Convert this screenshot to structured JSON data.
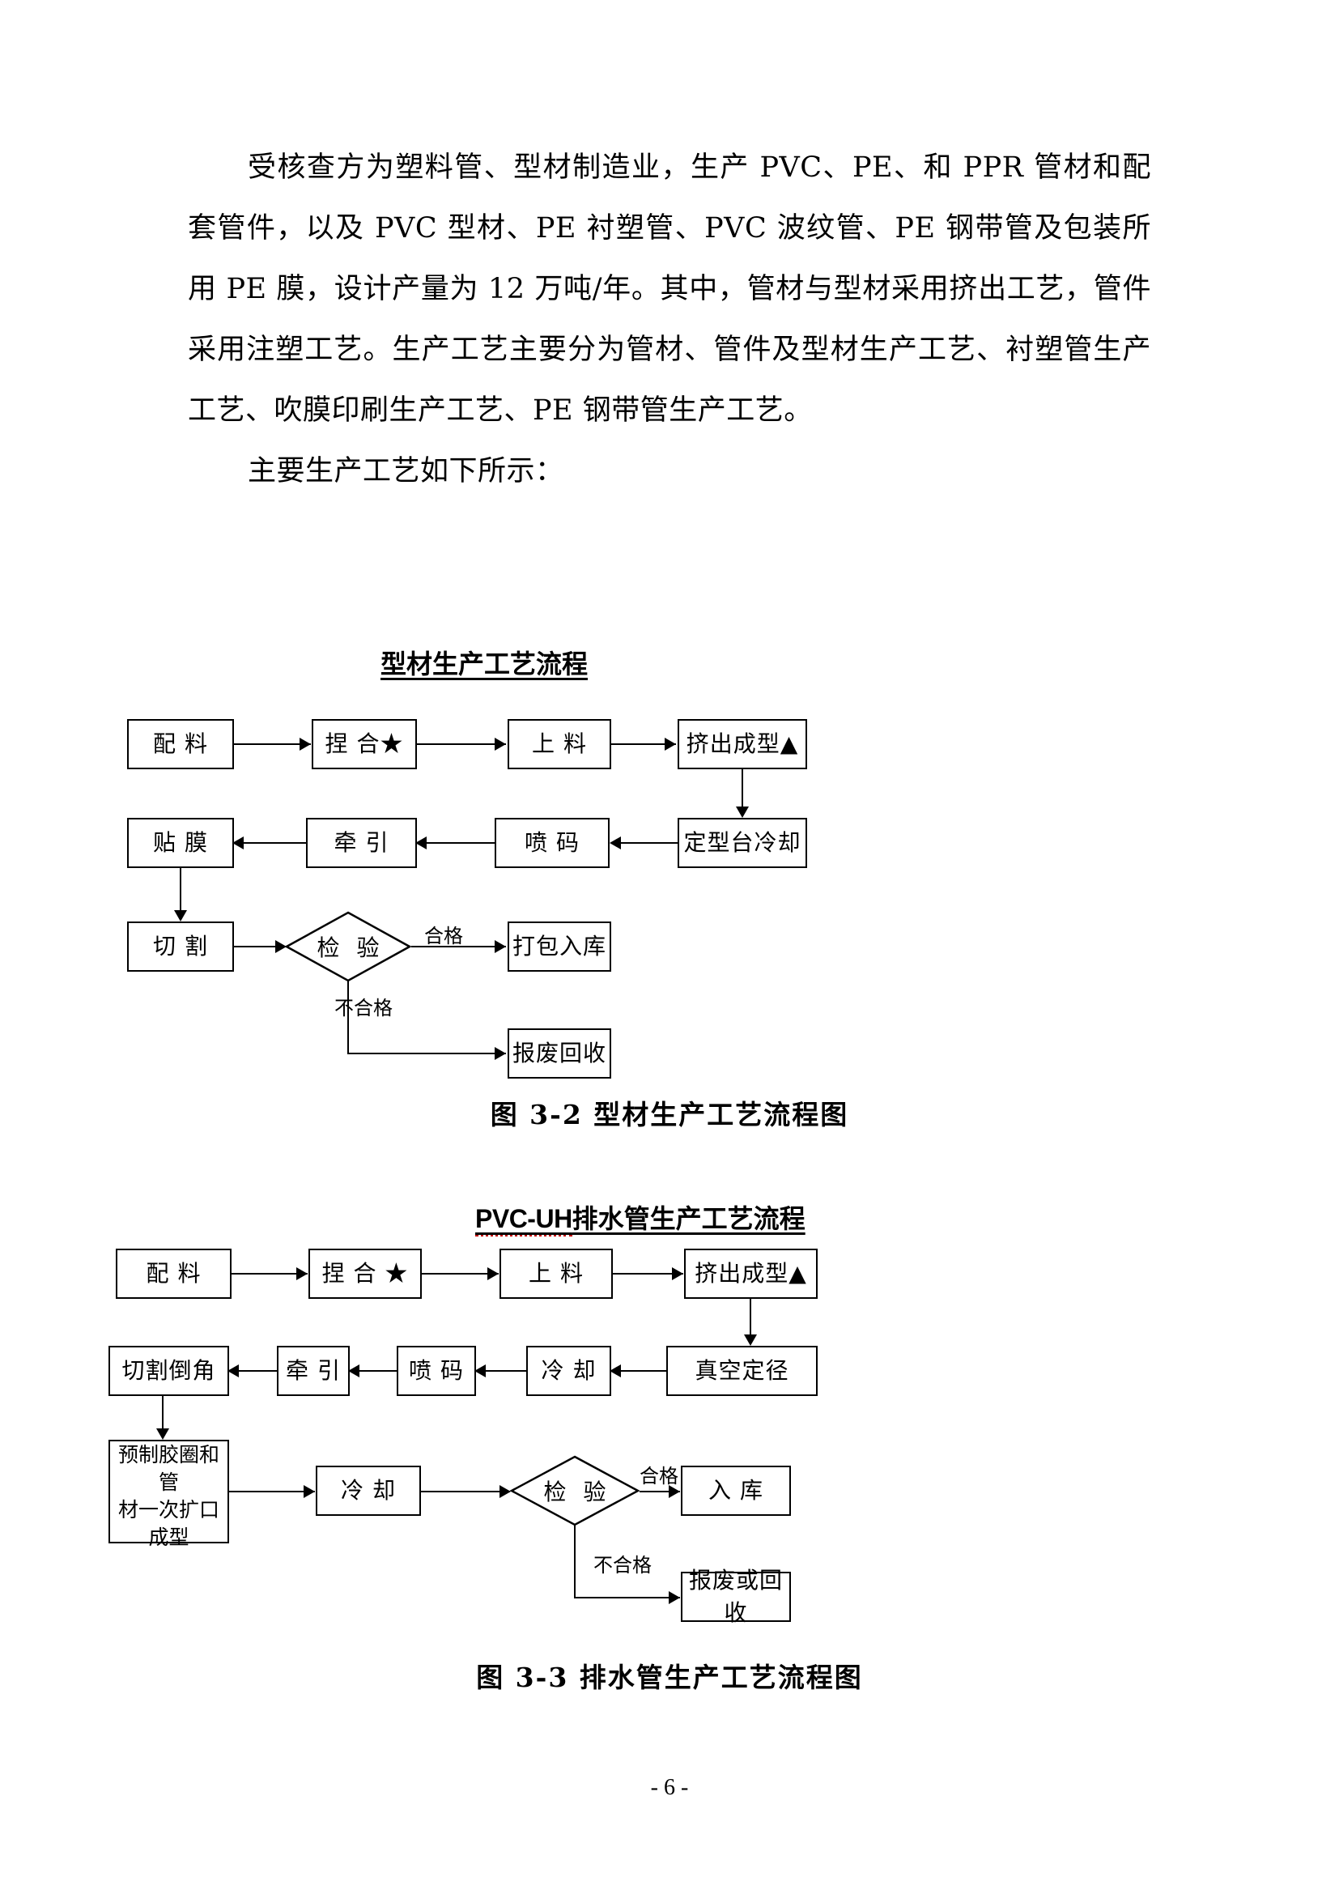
{
  "document": {
    "page_number": "- 6 -"
  },
  "body": {
    "paragraph_1": "受核查方为塑料管、型材制造业，生产 PVC、PE、和 PPR 管材和配套管件，以及 PVC 型材、PE 衬塑管、PVC 波纹管、PE 钢带管及包装所用 PE 膜，设计产量为 12 万吨/年。其中，管材与型材采用挤出工艺，管件采用注塑工艺。生产工艺主要分为管材、管件及型材生产工艺、衬塑管生产工艺、吹膜印刷生产工艺、PE 钢带管生产工艺。",
    "paragraph_2": "主要生产工艺如下所示："
  },
  "figure_1": {
    "title": "型材生产工艺流程",
    "caption": "图 3-2  型材生产工艺流程图",
    "nodes": {
      "n1": "配 料",
      "n2": "捏 合★",
      "n3": "上 料",
      "n4": "挤出成型▲",
      "n5": "定型台冷却",
      "n6": "喷 码",
      "n7": "牵 引",
      "n8": "贴 膜",
      "n9": "切 割",
      "n10": "检 验",
      "n11": "打包入库",
      "n12": "报废回收"
    },
    "edge_labels": {
      "pass": "合格",
      "fail": "不合格"
    }
  },
  "figure_2": {
    "title_prefix": "PVC-UH",
    "title_rest": "排水管生产工艺流程",
    "caption": "图 3-3  排水管生产工艺流程图",
    "nodes": {
      "n1": "配 料",
      "n2": "捏 合 ★",
      "n3": "上 料",
      "n4": "挤出成型▲",
      "n5": "真空定径",
      "n6": "冷 却",
      "n7": "喷 码",
      "n8": "牵 引",
      "n9": "切割倒角",
      "n10_line1": "预制胶圈和管",
      "n10_line2": "材一次扩口成型",
      "n11": "冷 却",
      "n12": "检 验",
      "n13": "入 库",
      "n14": "报废或回收"
    },
    "edge_labels": {
      "pass": "合格",
      "fail": "不合格"
    }
  }
}
